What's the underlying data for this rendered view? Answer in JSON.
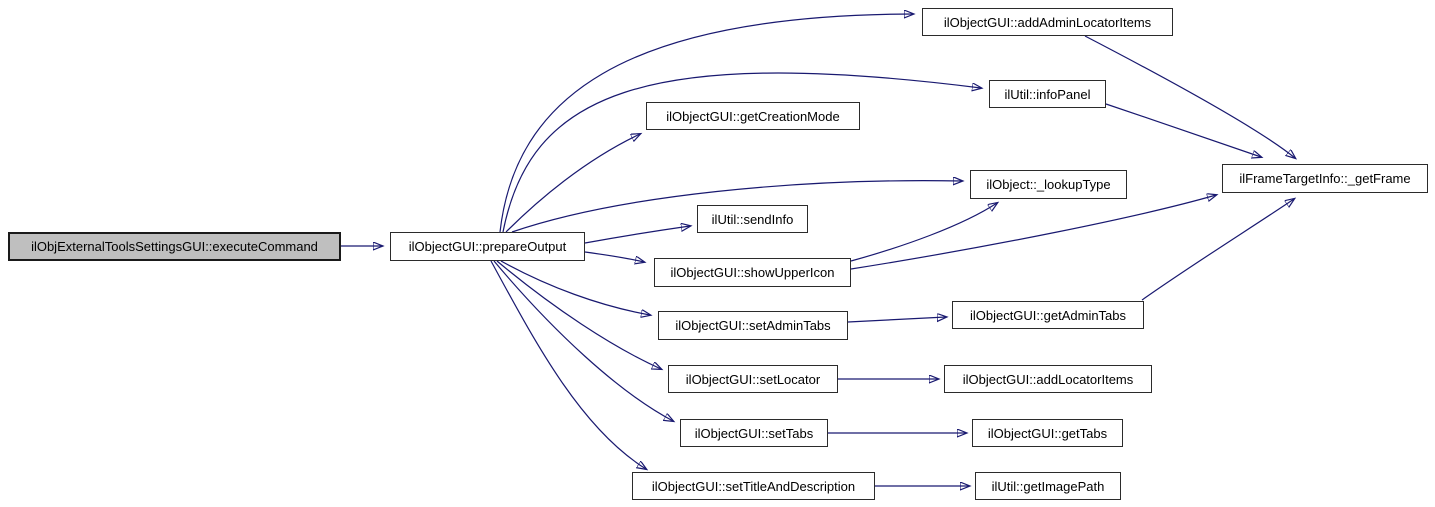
{
  "diagram": {
    "type": "call-graph",
    "edge_color": "#191970",
    "node_fill": "#ffffff",
    "root_fill": "#bfbfbf",
    "border_color": "#2b2b2b",
    "text_color": "#000000"
  },
  "nodes": [
    {
      "id": "executeCommand",
      "label": "ilObjExternalToolsSettingsGUI::executeCommand",
      "role": "root"
    },
    {
      "id": "prepareOutput",
      "label": "ilObjectGUI::prepareOutput"
    },
    {
      "id": "addAdminLocatorItems",
      "label": "ilObjectGUI::addAdminLocatorItems"
    },
    {
      "id": "infoPanel",
      "label": "ilUtil::infoPanel"
    },
    {
      "id": "getCreationMode",
      "label": "ilObjectGUI::getCreationMode"
    },
    {
      "id": "lookupType",
      "label": "ilObject::_lookupType"
    },
    {
      "id": "sendInfo",
      "label": "ilUtil::sendInfo"
    },
    {
      "id": "showUpperIcon",
      "label": "ilObjectGUI::showUpperIcon"
    },
    {
      "id": "setAdminTabs",
      "label": "ilObjectGUI::setAdminTabs"
    },
    {
      "id": "getAdminTabs",
      "label": "ilObjectGUI::getAdminTabs"
    },
    {
      "id": "setLocator",
      "label": "ilObjectGUI::setLocator"
    },
    {
      "id": "addLocatorItems",
      "label": "ilObjectGUI::addLocatorItems"
    },
    {
      "id": "setTabs",
      "label": "ilObjectGUI::setTabs"
    },
    {
      "id": "getTabs",
      "label": "ilObjectGUI::getTabs"
    },
    {
      "id": "setTitleAndDescription",
      "label": "ilObjectGUI::setTitleAndDescription"
    },
    {
      "id": "getImagePath",
      "label": "ilUtil::getImagePath"
    },
    {
      "id": "getFrame",
      "label": "ilFrameTargetInfo::_getFrame"
    }
  ],
  "edges": [
    {
      "from": "executeCommand",
      "to": "prepareOutput"
    },
    {
      "from": "prepareOutput",
      "to": "addAdminLocatorItems"
    },
    {
      "from": "prepareOutput",
      "to": "infoPanel"
    },
    {
      "from": "prepareOutput",
      "to": "getCreationMode"
    },
    {
      "from": "prepareOutput",
      "to": "lookupType"
    },
    {
      "from": "prepareOutput",
      "to": "sendInfo"
    },
    {
      "from": "prepareOutput",
      "to": "showUpperIcon"
    },
    {
      "from": "prepareOutput",
      "to": "setAdminTabs"
    },
    {
      "from": "prepareOutput",
      "to": "setLocator"
    },
    {
      "from": "prepareOutput",
      "to": "setTabs"
    },
    {
      "from": "prepareOutput",
      "to": "setTitleAndDescription"
    },
    {
      "from": "addAdminLocatorItems",
      "to": "getFrame"
    },
    {
      "from": "infoPanel",
      "to": "getFrame"
    },
    {
      "from": "showUpperIcon",
      "to": "lookupType"
    },
    {
      "from": "showUpperIcon",
      "to": "getFrame"
    },
    {
      "from": "setAdminTabs",
      "to": "getAdminTabs"
    },
    {
      "from": "getAdminTabs",
      "to": "getFrame"
    },
    {
      "from": "setLocator",
      "to": "addLocatorItems"
    },
    {
      "from": "setTabs",
      "to": "getTabs"
    },
    {
      "from": "setTitleAndDescription",
      "to": "getImagePath"
    }
  ]
}
